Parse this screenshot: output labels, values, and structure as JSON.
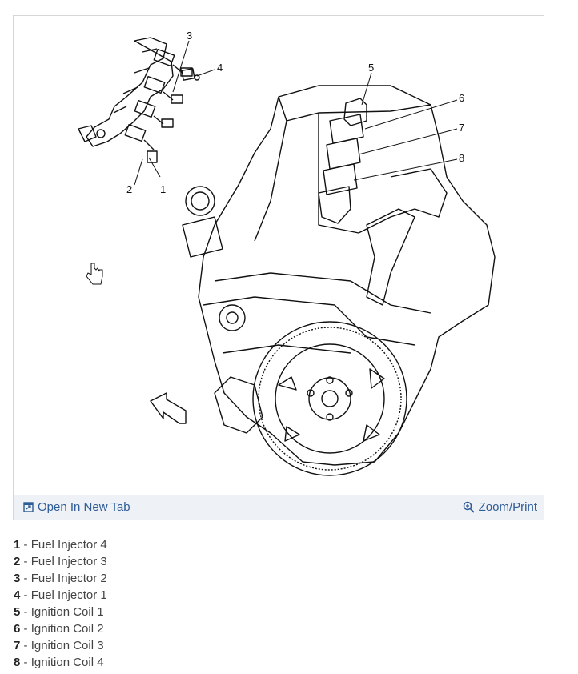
{
  "toolbar": {
    "open_tab_label": "Open In New Tab",
    "zoom_label": "Zoom/Print",
    "open_tab_icon": "open-in-new-tab-icon",
    "zoom_icon": "zoom-magnifier-icon",
    "link_color": "#2e5c97"
  },
  "callouts": [
    "1",
    "2",
    "3",
    "4",
    "5",
    "6",
    "7",
    "8"
  ],
  "legend": [
    {
      "num": "1",
      "sep": " - ",
      "text": "Fuel Injector 4"
    },
    {
      "num": "2",
      "sep": " - ",
      "text": "Fuel Injector 3"
    },
    {
      "num": "3",
      "sep": " - ",
      "text": "Fuel Injector 2"
    },
    {
      "num": "4",
      "sep": " - ",
      "text": "Fuel Injector 1"
    },
    {
      "num": "5",
      "sep": " - ",
      "text": "Ignition Coil 1"
    },
    {
      "num": "6",
      "sep": " - ",
      "text": "Ignition Coil 2"
    },
    {
      "num": "7",
      "sep": " - ",
      "text": "Ignition Coil 3"
    },
    {
      "num": "8",
      "sep": " - ",
      "text": "Ignition Coil 4"
    }
  ]
}
